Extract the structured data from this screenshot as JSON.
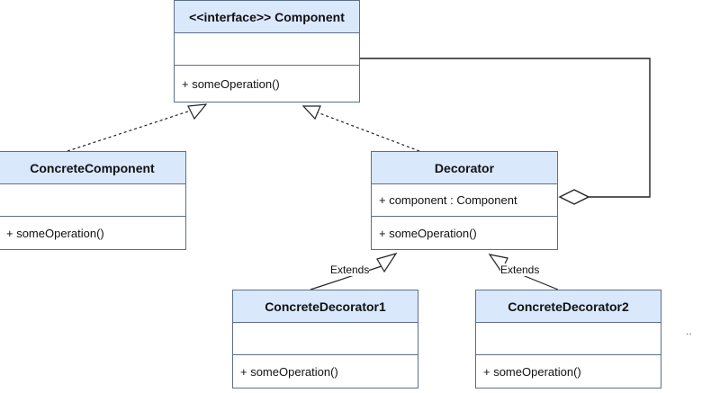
{
  "component": {
    "title": "<<interface>> Component",
    "operation": "+ someOperation()"
  },
  "concrete_component": {
    "title": "ConcreteComponent",
    "operation": "+ someOperation()"
  },
  "decorator": {
    "title": "Decorator",
    "attribute": "+ component : Component",
    "operation": "+ someOperation()"
  },
  "concrete_decorator_1": {
    "title": "ConcreteDecorator1",
    "operation": "+ someOperation()"
  },
  "concrete_decorator_2": {
    "title": "ConcreteDecorator2",
    "operation": "+ someOperation()"
  },
  "labels": {
    "extends_1": "Extends",
    "extends_2": "Extends"
  }
}
